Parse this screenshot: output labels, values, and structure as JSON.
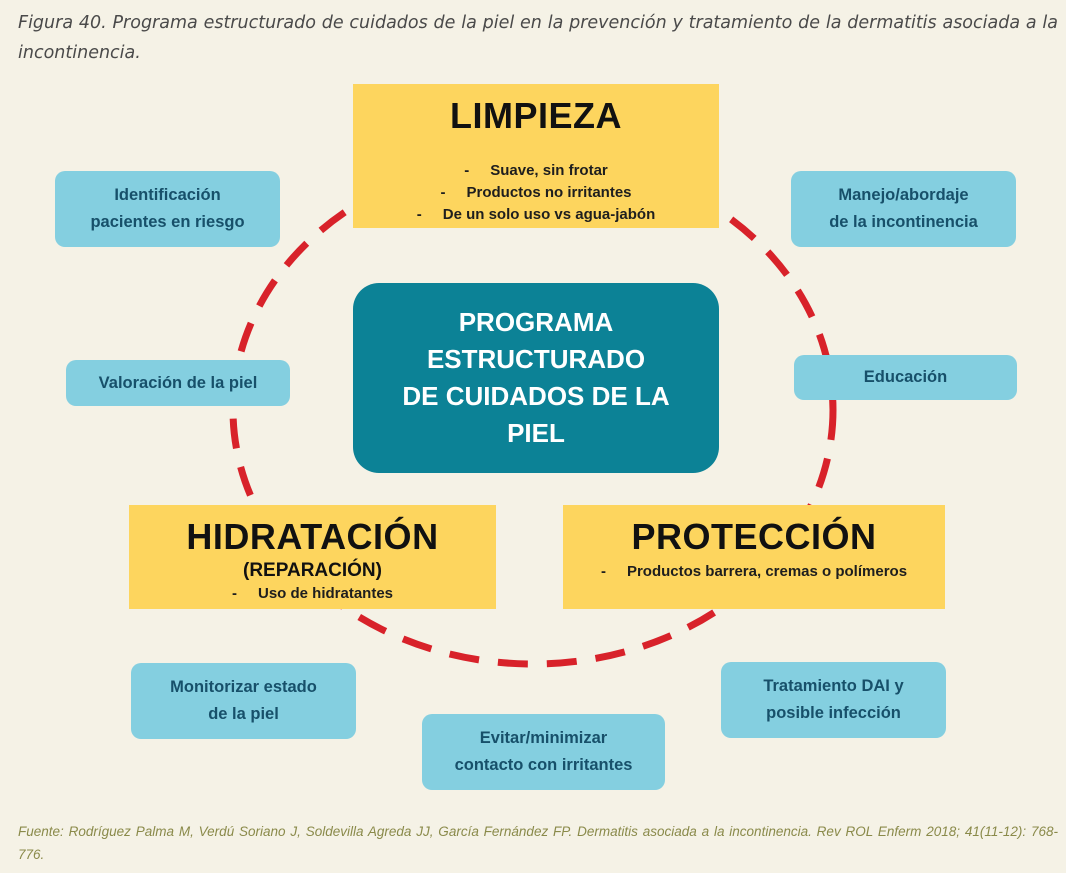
{
  "caption": "Figura 40. Programa estructurado de cuidados de la piel en la prevención y tratamiento de la dermatitis asociada a la incontinencia.",
  "center": {
    "lines": [
      "PROGRAMA",
      "ESTRUCTURADO",
      "DE CUIDADOS DE LA",
      "PIEL"
    ]
  },
  "limpieza": {
    "title": "LIMPIEZA",
    "bullets": [
      "Suave, sin frotar",
      "Productos no irritantes",
      "De un solo uso vs agua-jabón"
    ]
  },
  "hidratacion": {
    "title": "HIDRATACIÓN",
    "subtitle": "(REPARACIÓN)",
    "bullets": [
      "Uso de hidratantes"
    ]
  },
  "proteccion": {
    "title": "PROTECCIÓN",
    "bullets": [
      "Productos barrera, cremas o polímeros"
    ]
  },
  "side_boxes": {
    "identificacion": [
      "Identificación",
      "pacientes en riesgo"
    ],
    "manejo": [
      "Manejo/abordaje",
      "de la incontinencia"
    ],
    "valoracion": [
      "Valoración de la piel"
    ],
    "educacion": [
      "Educación"
    ],
    "monitorizar": [
      "Monitorizar estado",
      "de la piel"
    ],
    "tratamiento": [
      "Tratamiento DAI y",
      "posible infección"
    ],
    "evitar": [
      "Evitar/minimizar",
      "contacto con irritantes"
    ]
  },
  "colors": {
    "ring": "#d8222a",
    "center_fill": "#0c8296",
    "yellow_fill": "#fdd55e",
    "blue_fill": "#84cfe0",
    "background": "#f5f2e6"
  },
  "source": "Fuente: Rodríguez Palma M, Verdú Soriano J, Soldevilla Agreda JJ, García Fernández FP. Dermatitis asociada a la incontinencia. Rev ROL Enferm 2018; 41(11-12): 768-776."
}
